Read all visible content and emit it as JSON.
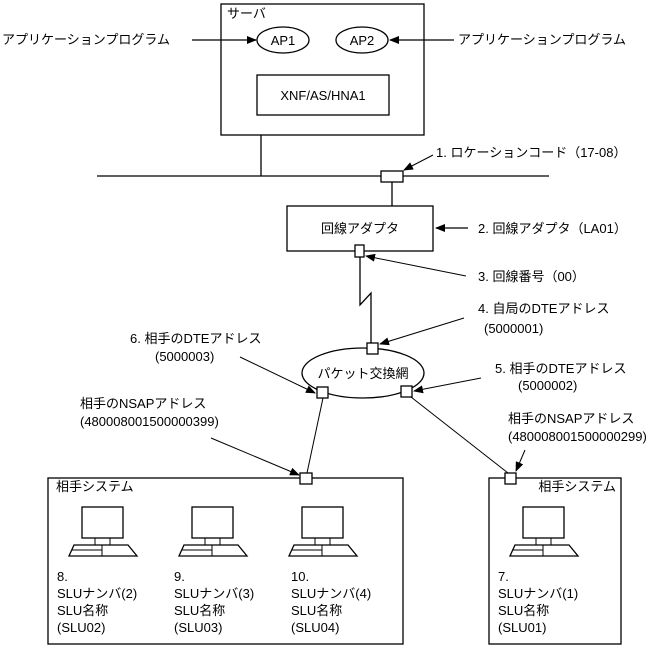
{
  "server": {
    "title": "サーバ",
    "ap1": "AP1",
    "ap2": "AP2",
    "xnf": "XNF/AS/HNA1",
    "left_label": "アプリケーションプログラム",
    "right_label": "アプリケーションプログラム"
  },
  "labels": {
    "location": "1. ロケーションコード（17-08）",
    "adapter_box": "回線アダプタ",
    "adapter": "2. 回線アダプタ（LA01）",
    "line_no": "3. 回線番号（00）",
    "own_dte": "4. 自局のDTEアドレス",
    "own_dte_value": "(5000001)",
    "peer_dte_right": "5. 相手のDTEアドレス",
    "peer_dte_right_value": "(5000002)",
    "peer_dte_left": "6. 相手のDTEアドレス",
    "peer_dte_left_value": "(5000003)",
    "packet_network": "パケット交換網",
    "nsap_left": "相手のNSAPアドレス",
    "nsap_left_value": "(480008001500000399)",
    "nsap_right": "相手のNSAPアドレス",
    "nsap_right_value": "(480008001500000299)"
  },
  "systems": [
    {
      "title": "相手システム",
      "terminals": [
        {
          "num": "8.",
          "slu_number": "SLUナンバ(2)",
          "slu_name_label": "SLU名称",
          "slu_name": "(SLU02)"
        },
        {
          "num": "9.",
          "slu_number": "SLUナンバ(3)",
          "slu_name_label": "SLU名称",
          "slu_name": "(SLU03)"
        },
        {
          "num": "10.",
          "slu_number": "SLUナンバ(4)",
          "slu_name_label": "SLU名称",
          "slu_name": "(SLU04)"
        }
      ]
    },
    {
      "title": "相手システム",
      "terminals": [
        {
          "num": "7.",
          "slu_number": "SLUナンバ(1)",
          "slu_name_label": "SLU名称",
          "slu_name": "(SLU01)"
        }
      ]
    }
  ]
}
